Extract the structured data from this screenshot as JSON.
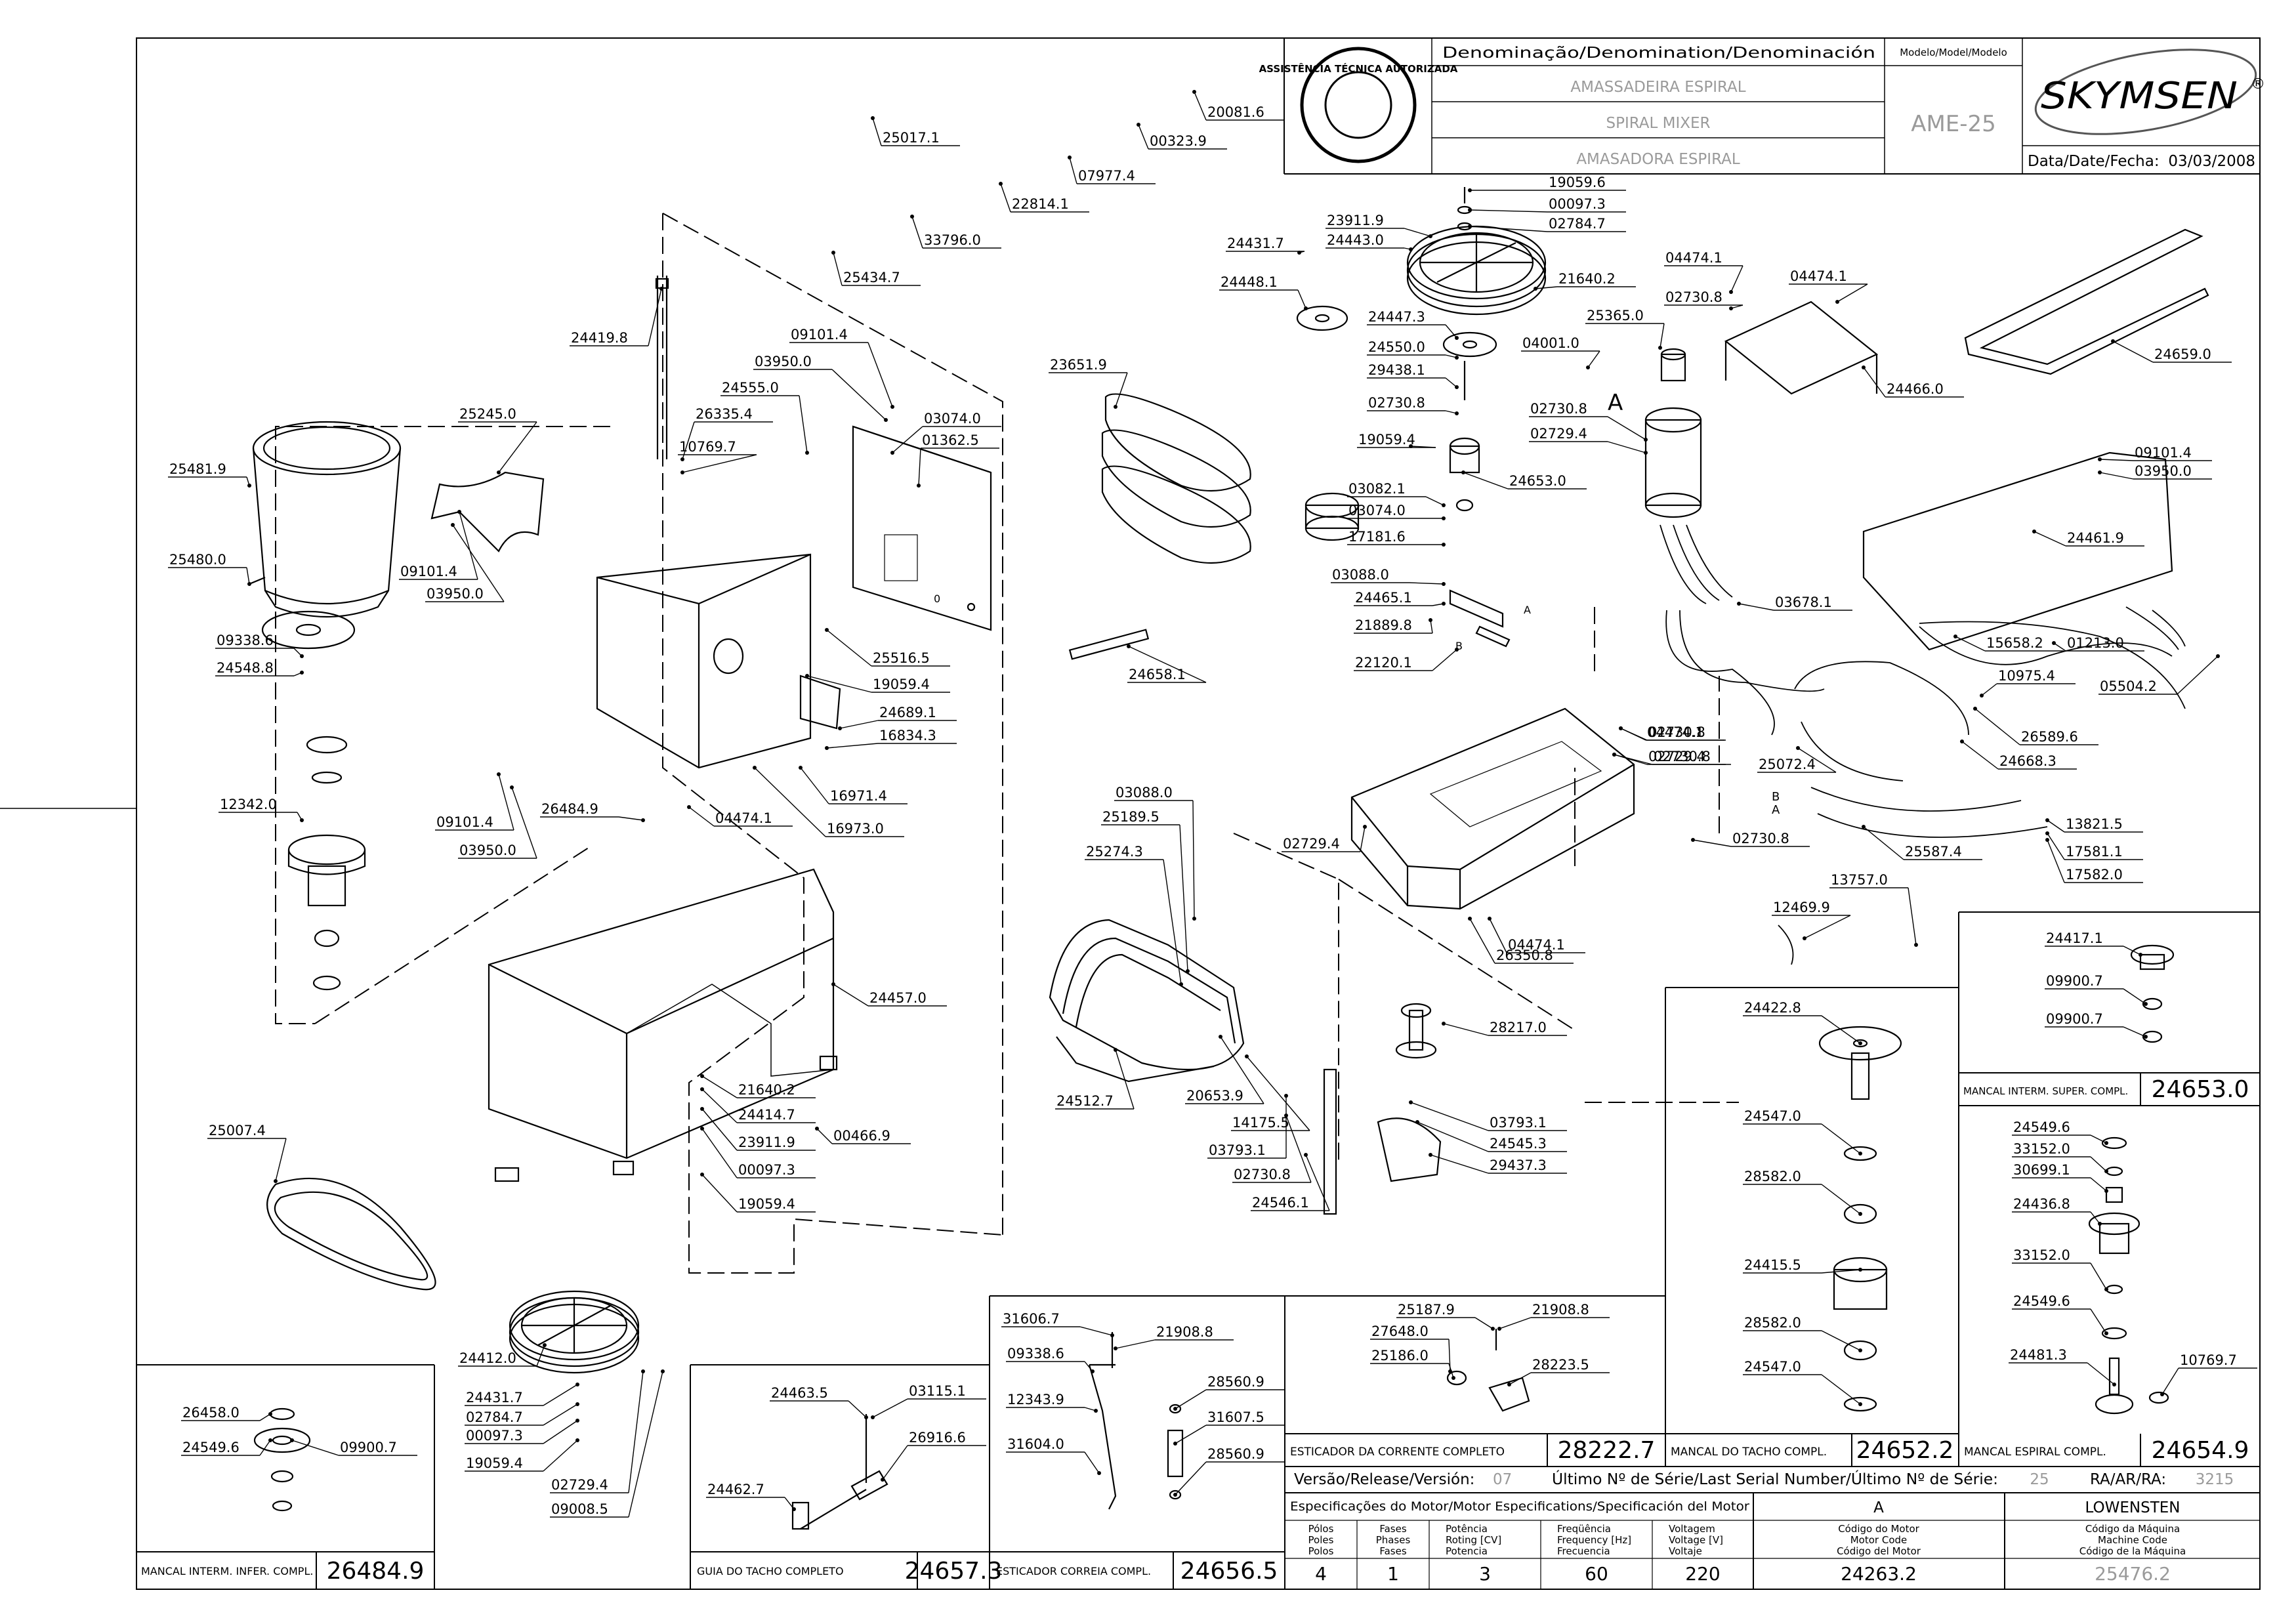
{
  "title_block": {
    "denomination_header": "Denominação/Denomination/Denominación",
    "name_pt": "AMASSADEIRA ESPIRAL",
    "name_en": "SPIRAL MIXER",
    "name_es": "AMASADORA ESPIRAL",
    "model_header": "Modelo/Model/Modelo",
    "model": "AME-25",
    "brand": "SKYMSEN",
    "date_label": "Data/Date/Fecha:",
    "date": "03/03/2008",
    "stamp_text": "ASSISTÊNCIA TÉCNICA AUTORIZADA"
  },
  "footer": {
    "release_label": "Versão/Release/Versión:",
    "release": "07",
    "last_serial_label": "Último Nº de Série/Last Serial Number/Último Nº de Série:",
    "last_serial": "25",
    "ra_label": "RA/AR/RA:",
    "ra": "3215",
    "motor_spec_label": "Especificações do Motor/Motor Especifications/Specificación del Motor",
    "motor_type": "A",
    "motor_brand": "LOWENSTEN",
    "col_poles": [
      "Pólos",
      "Poles",
      "Polos"
    ],
    "col_phases": [
      "Fases",
      "Phases",
      "Fases"
    ],
    "col_power": [
      "Potência",
      "Roting [CV]",
      "Potencia"
    ],
    "col_freq": [
      "Freqüência",
      "Frequency [Hz]",
      "Frecuencia"
    ],
    "col_volt": [
      "Voltagem",
      "Voltage [V]",
      "Voltaje"
    ],
    "col_motor_code": [
      "Código do Motor",
      "Motor Code",
      "Código del Motor"
    ],
    "col_machine_code": [
      "Código da Máquina",
      "Machine Code",
      "Código de la Máquina"
    ],
    "poles": "4",
    "phases": "1",
    "power": "3",
    "frequency": "60",
    "voltage": "220",
    "motor_code": "24263.2",
    "machine_code": "25476.2"
  },
  "subassemblies": [
    {
      "name": "MANCAL INTERM. INFER. COMPL.",
      "code": "26484.9"
    },
    {
      "name": "GUIA DO TACHO COMPLETO",
      "code": "24657.3"
    },
    {
      "name": "ESTICADOR CORREIA COMPL.",
      "code": "24656.5"
    },
    {
      "name": "ESTICADOR DA CORRENTE COMPLETO",
      "code": "28222.7"
    },
    {
      "name": "MANCAL DO TACHO COMPL.",
      "code": "24652.2"
    },
    {
      "name": "MANCAL ESPIRAL COMPL.",
      "code": "24654.9"
    },
    {
      "name": "MANCAL INTERM. SUPER. COMPL.",
      "code": "24653.0"
    }
  ],
  "callouts": {
    "main": [
      "25017.1",
      "20081.6",
      "00323.9",
      "07977.4",
      "22814.1",
      "33796.0",
      "25434.7",
      "24419.8",
      "09101.4",
      "03950.0",
      "24555.0",
      "26335.4",
      "10769.7",
      "03074.0",
      "01362.5",
      "25245.0",
      "25481.9",
      "25480.0",
      "09101.4",
      "03950.0",
      "09338.6",
      "24548.8",
      "12342.0",
      "25516.5",
      "19059.4",
      "24689.1",
      "16834.3",
      "26484.9",
      "04474.1",
      "16971.4",
      "16973.0",
      "09101.4",
      "03950.0",
      "24457.0",
      "21640.2",
      "24414.7",
      "23911.9",
      "00097.3",
      "00466.9",
      "19059.4",
      "25007.4",
      "24412.0",
      "24431.7",
      "02784.7",
      "00097.3",
      "19059.4",
      "02729.4",
      "09008.5"
    ],
    "middle": [
      "19059.6",
      "00097.3",
      "02784.7",
      "23911.9",
      "24443.0",
      "24431.7",
      "24448.1",
      "21640.2",
      "24447.3",
      "24550.0",
      "29438.1",
      "02730.8",
      "19059.4",
      "03082.1",
      "03074.0",
      "17181.6",
      "03088.0",
      "24465.1",
      "21889.8",
      "22120.1",
      "24653.0",
      "23651.9",
      "24658.1",
      "03088.0",
      "25189.5",
      "25274.3",
      "02729.4",
      "24512.7",
      "20653.9",
      "14175.5",
      "03793.1",
      "02730.8",
      "24546.1",
      "04474.1",
      "02730.8",
      "03793.1",
      "24545.3",
      "29437.3",
      "28217.0",
      "26350.8",
      "04474.1",
      "02730.8",
      "02729.4",
      "02730.8"
    ],
    "right": [
      "04474.1",
      "02730.8",
      "04474.1",
      "25365.0",
      "04001.0",
      "02730.8",
      "02729.4",
      "24466.0",
      "24659.0",
      "09101.4",
      "03950.0",
      "24461.9",
      "03678.1",
      "15658.2",
      "01213.0",
      "10975.4",
      "05504.2",
      "26589.6",
      "24668.3",
      "25072.4",
      "13821.5",
      "17581.1",
      "17582.0",
      "25587.4",
      "13757.0",
      "12469.9"
    ],
    "bowl_bearing": [
      "24422.8",
      "24547.0",
      "28582.0",
      "24415.5",
      "28582.0",
      "24547.0"
    ],
    "upper_bearing": [
      "24417.1",
      "09900.7",
      "09900.7"
    ],
    "spiral_bearing": [
      "24549.6",
      "33152.0",
      "30699.1",
      "24436.8",
      "33152.0",
      "24549.6",
      "24481.3",
      "10769.7"
    ],
    "lower_bearing": [
      "26458.0",
      "24549.6",
      "09900.7"
    ],
    "bowl_guide": [
      "24463.5",
      "03115.1",
      "26916.6",
      "24462.7"
    ],
    "belt_tensioner": [
      "31606.7",
      "21908.8",
      "09338.6",
      "12343.9",
      "31604.0",
      "28560.9",
      "31607.5",
      "28560.9"
    ],
    "chain_tensioner": [
      "25187.9",
      "21908.8",
      "27648.0",
      "25186.0",
      "28223.5"
    ]
  },
  "motor_letter": "A",
  "wire_labels": [
    "B",
    "A",
    "B",
    "A"
  ],
  "misc": {
    "part_marker": "0"
  }
}
